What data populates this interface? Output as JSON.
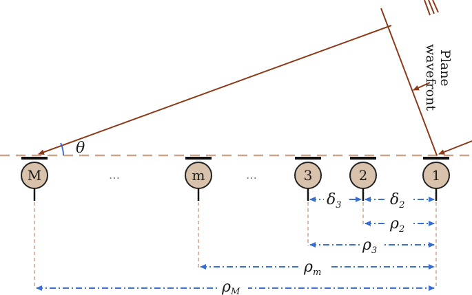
{
  "diagram": {
    "sensors": [
      {
        "id": "sensor-M",
        "label": "M"
      },
      {
        "id": "sensor-m",
        "label": "m"
      },
      {
        "id": "sensor-3",
        "label": "3"
      },
      {
        "id": "sensor-2",
        "label": "2"
      },
      {
        "id": "sensor-1",
        "label": "1"
      }
    ],
    "ellipsis": "…",
    "angle_symbol": "θ",
    "wavefront_label": [
      "Plane",
      "wavefront"
    ],
    "measures": {
      "delta3": {
        "symbol": "δ",
        "subscript": "3"
      },
      "delta2": {
        "symbol": "δ",
        "subscript": "2"
      },
      "rho2": {
        "symbol": "ρ",
        "subscript": "2"
      },
      "rho3": {
        "symbol": "ρ",
        "subscript": "3"
      },
      "rhom": {
        "symbol": "ρ",
        "subscript": "m"
      },
      "rhoM": {
        "symbol": "ρ",
        "subscript": "M"
      }
    },
    "colors": {
      "wave": "#8b3a1a",
      "dimension": "#3a6fd0",
      "baseline": "#c9a48a",
      "sensor_fill": "#d8c2ab",
      "sensor_stroke": "#222222"
    }
  }
}
